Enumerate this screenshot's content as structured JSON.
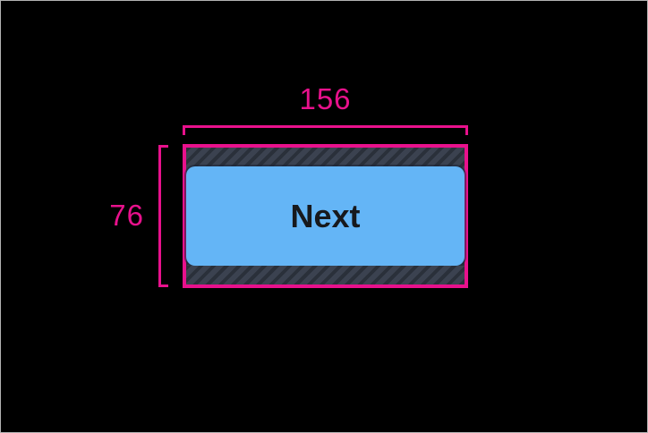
{
  "frame": {
    "background": "#000000",
    "border_color": "#b3b3b3"
  },
  "diagram": {
    "width_dimension": {
      "value": "156"
    },
    "height_dimension": {
      "value": "76"
    },
    "button": {
      "label": "Next"
    },
    "colors": {
      "annotation_pink": "#e8118c",
      "button_fill": "#64b5f6",
      "button_text": "#17191d",
      "hatch_base": "#3b4250",
      "hatch_stripe": "#2a303a"
    }
  }
}
